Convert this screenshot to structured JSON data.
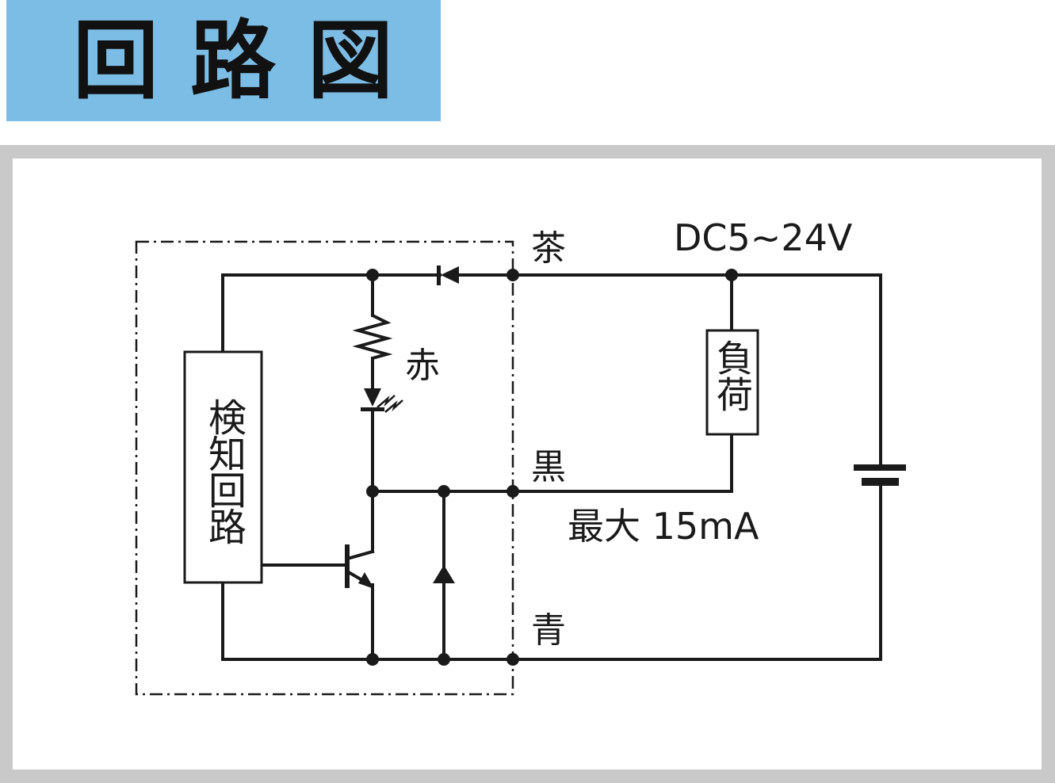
{
  "header": {
    "title": "回路図",
    "band_color": "#7cbde6"
  },
  "diagram": {
    "frame_color": "#c9c9c9",
    "line_color": "#1a1a1a",
    "wire_labels": {
      "brown": "茶",
      "black": "黒",
      "blue": "青"
    },
    "supply_label": "DC5~24V",
    "current_label": "最大 15mA",
    "led_label": "赤",
    "detection_block_label": "検知回路",
    "load_block_label": "負荷"
  }
}
